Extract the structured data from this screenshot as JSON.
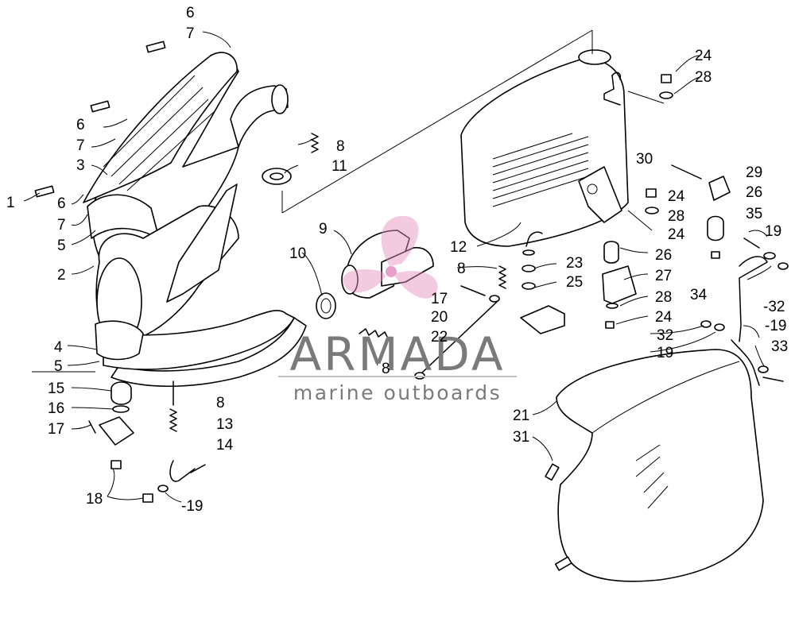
{
  "watermark": {
    "brand": "ARMADA",
    "tagline": "marine outboards",
    "brand_color": "#7a7a7a",
    "logo_color": "#e58fbf",
    "line_color": "#c0c0c0"
  },
  "callouts": [
    {
      "n": "6"
    },
    {
      "n": "7"
    },
    {
      "n": "6"
    },
    {
      "n": "7"
    },
    {
      "n": "3"
    },
    {
      "n": "1"
    },
    {
      "n": "6"
    },
    {
      "n": "7"
    },
    {
      "n": "5"
    },
    {
      "n": "2"
    },
    {
      "n": "4"
    },
    {
      "n": "5"
    },
    {
      "n": "15"
    },
    {
      "n": "16"
    },
    {
      "n": "17"
    },
    {
      "n": "18"
    },
    {
      "n": "-19"
    },
    {
      "n": "8"
    },
    {
      "n": "13"
    },
    {
      "n": "14"
    },
    {
      "n": "8"
    },
    {
      "n": "11"
    },
    {
      "n": "9"
    },
    {
      "n": "10"
    },
    {
      "n": "12"
    },
    {
      "n": "8"
    },
    {
      "n": "17"
    },
    {
      "n": "20"
    },
    {
      "n": "22"
    },
    {
      "n": "8"
    },
    {
      "n": "23"
    },
    {
      "n": "25"
    },
    {
      "n": "24"
    },
    {
      "n": "28"
    },
    {
      "n": "30"
    },
    {
      "n": "29"
    },
    {
      "n": "26"
    },
    {
      "n": "24"
    },
    {
      "n": "28"
    },
    {
      "n": "24"
    },
    {
      "n": "35"
    },
    {
      "n": "19"
    },
    {
      "n": "26"
    },
    {
      "n": "27"
    },
    {
      "n": "28"
    },
    {
      "n": "24"
    },
    {
      "n": "34"
    },
    {
      "n": "-32"
    },
    {
      "n": "32"
    },
    {
      "n": "19"
    },
    {
      "n": "-19"
    },
    {
      "n": "33"
    },
    {
      "n": "21"
    },
    {
      "n": "31"
    }
  ]
}
